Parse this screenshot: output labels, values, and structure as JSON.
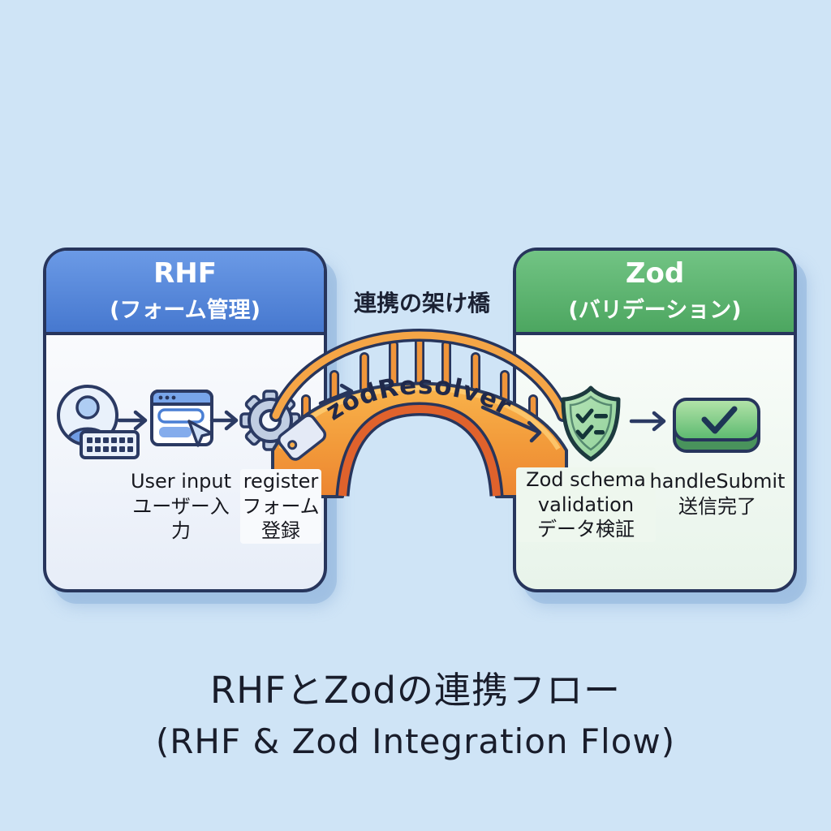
{
  "illustration": {
    "background_color": "#cfe4f6",
    "outline_color": "#27355c"
  },
  "left_panel": {
    "title": "RHF",
    "subtitle": "(フォーム管理)",
    "header_color": "#4a7fd4",
    "label_user_en": "User input",
    "label_user_ja": "ユーザー入力",
    "label_register_en": "register",
    "label_register_ja": "フォーム登録"
  },
  "right_panel": {
    "title": "Zod",
    "subtitle": "(バリデーション)",
    "header_color": "#57b269",
    "label_validation_en": "Zod schema validation",
    "label_validation_ja": "データ検証",
    "label_submit_en": "handleSubmit",
    "label_submit_ja": "送信完了"
  },
  "bridge": {
    "caption": "連携の架け橋",
    "label": "zodResolver",
    "color": "#f5a043"
  },
  "footer": {
    "title_ja": "RHFとZodの連携フロー",
    "title_en": "(RHF & Zod Integration Flow)"
  },
  "icons": {
    "left": [
      "user-keyboard-icon",
      "form-window-icon",
      "gear-tag-icon"
    ],
    "right": [
      "shield-check-icon",
      "submit-button-icon"
    ]
  }
}
